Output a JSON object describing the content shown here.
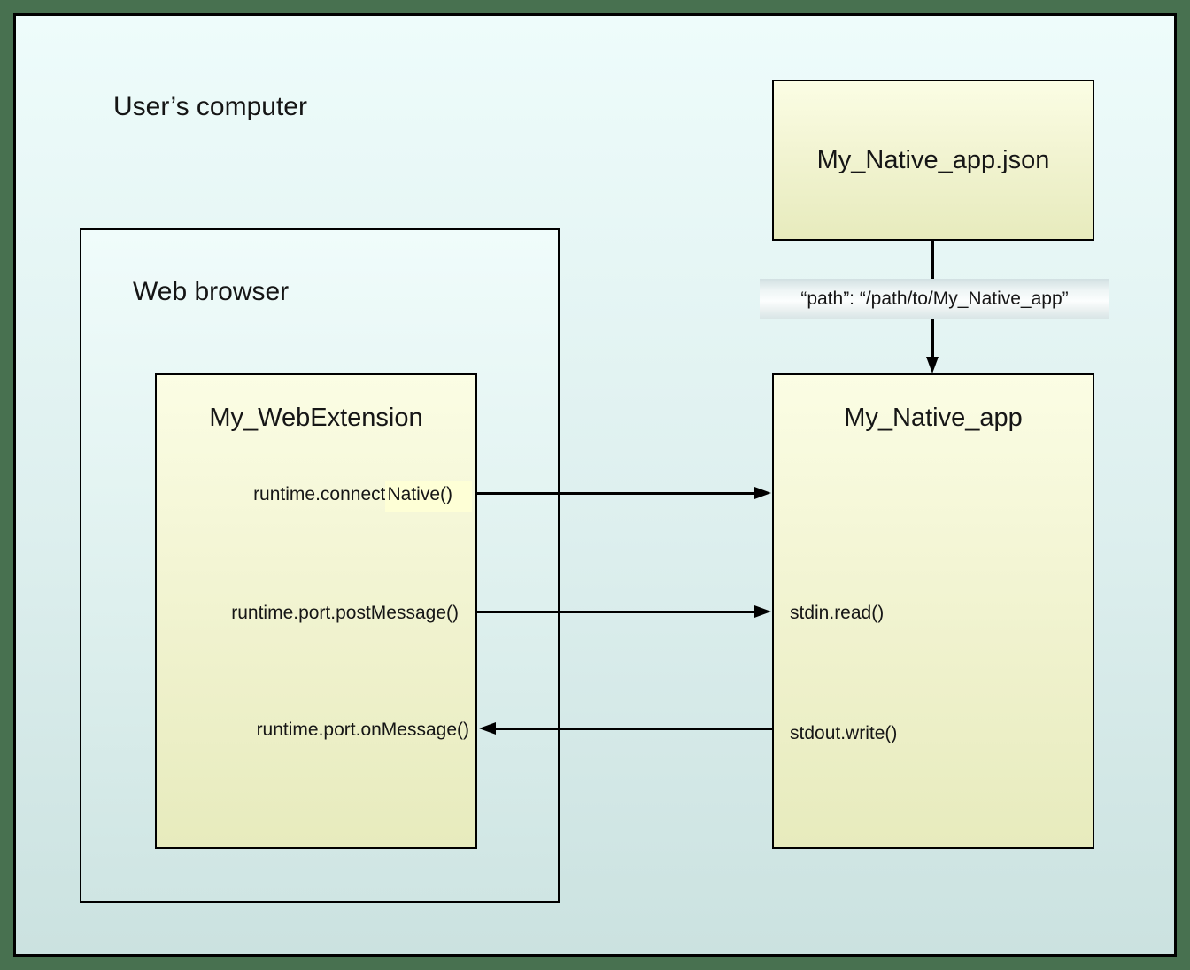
{
  "diagram": {
    "outer_label": "User’s computer",
    "browser_label": "Web browser",
    "json_box": {
      "title": "My_Native_app.json"
    },
    "path_label": "“path”: “/path/to/My_Native_app”",
    "webext_box": {
      "title": "My_WebExtension",
      "connect_native_prefix": "runtime.connect",
      "connect_native_highlight": "Native()",
      "post_message": "runtime.port.postMessage()",
      "on_message": "runtime.port.onMessage()"
    },
    "native_box": {
      "title": "My_Native_app",
      "stdin": "stdin.read()",
      "stdout": "stdout.write()"
    },
    "colors": {
      "frame_green": "#487150",
      "line_black": "#000000",
      "box_yellow_top": "#fbfde4",
      "box_yellow_bottom": "#e7ebbd",
      "background_top": "#eefcfb",
      "background_bottom": "#cbe2e0",
      "highlight_yellow": "#feffd6"
    }
  }
}
